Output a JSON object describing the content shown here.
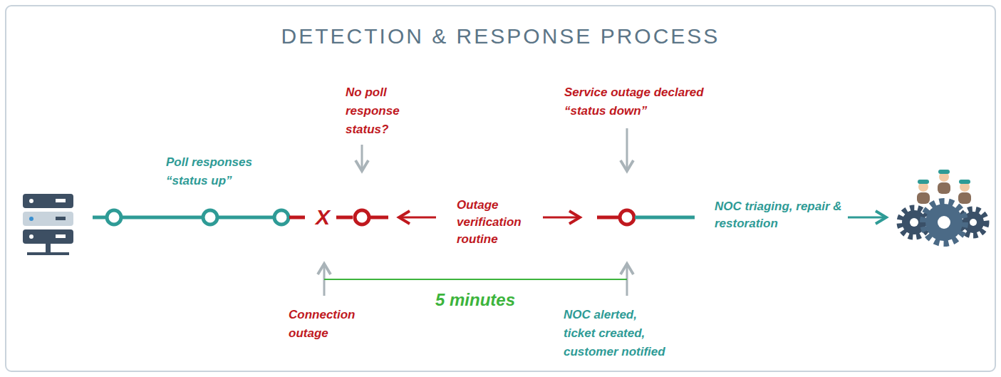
{
  "diagram": {
    "title": "DETECTION & RESPONSE PROCESS",
    "labels": [
      "Poll responses “status up”",
      "No poll response status?",
      "Service outage declared “status down”",
      "X",
      "Outage verification routine",
      "NOC triaging, repair & restoration",
      "5 minutes",
      "Connection outage",
      "NOC alerted, ticket created, customer notified"
    ]
  }
}
